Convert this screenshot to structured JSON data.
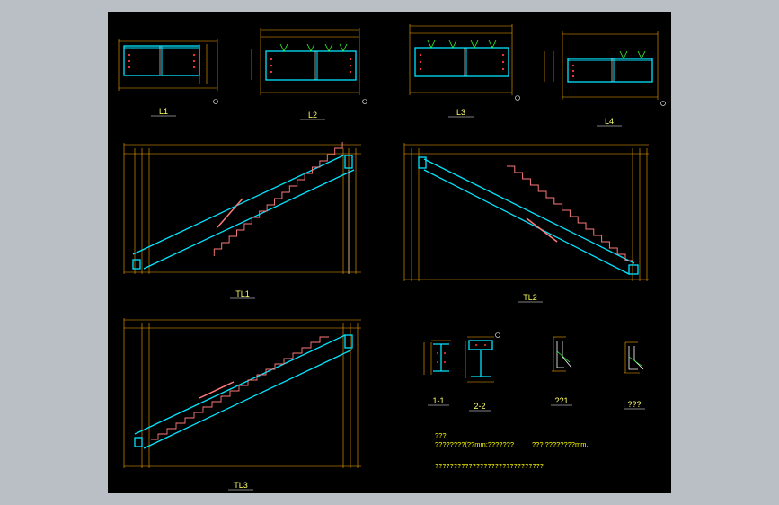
{
  "colors": {
    "background": "#000000",
    "frame": "#b9bfc4",
    "steel": "#00e5ff",
    "dimension": "#ffa500",
    "text": "#ffff66",
    "step": "#ff7a7a",
    "weld": "#33ff33",
    "bolt": "#ff3b3b",
    "white": "#ffffff"
  },
  "drawings": {
    "beams": [
      {
        "label": "L1"
      },
      {
        "label": "L2"
      },
      {
        "label": "L3"
      },
      {
        "label": "L4"
      }
    ],
    "stairs": [
      {
        "label": "TL1"
      },
      {
        "label": "TL2"
      },
      {
        "label": "TL3"
      }
    ],
    "sections": [
      {
        "label": "1-1"
      },
      {
        "label": "2-2"
      },
      {
        "label": "??1"
      },
      {
        "label": "???"
      }
    ]
  },
  "notes": {
    "heading": "???",
    "line1a": "????????(??mm;???????",
    "line1b": "???.????????mm.",
    "line2": "?????????????????????????????"
  }
}
